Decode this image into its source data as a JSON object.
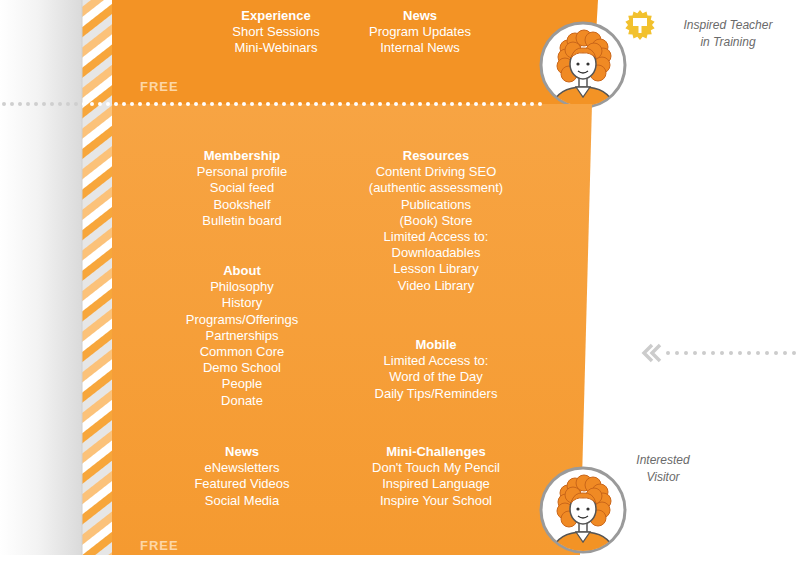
{
  "diagram": {
    "nodes": [
      {
        "text": [
          "Experience",
          "Short Sessions",
          "Mini-Webinars",
          "News",
          "Program Updates",
          "Internal News",
          "FREE"
        ]
      },
      {
        "text": [
          "Inspired Teacher in Training"
        ]
      },
      {
        "text": [
          "Membership",
          "Personal profile",
          "Social feed",
          "Bookshelf",
          "Bulletin board",
          "Resources",
          "Content Driving SEO (authentic assessment)",
          "Publications",
          "(Book) Store",
          "Limited Access to:",
          "Downloadables",
          "Lesson Library",
          "Video Library",
          "About",
          "Philosophy",
          "History",
          "Programs/Offerings",
          "Partnerships",
          "Common Core",
          "Demo School",
          "People",
          "Donate",
          "Mobile",
          "Limited Access to:",
          "Word of the Day",
          "Daily Tips/Reminders",
          "News",
          "eNewsletters",
          "Featured Videos",
          "Social Media",
          "Mini-Challenges",
          "Don't Touch My Pencil",
          "Inspired Language",
          "Inspire Your School",
          "FREE"
        ]
      },
      {
        "text": [
          "Interested Visitor"
        ]
      }
    ]
  }
}
